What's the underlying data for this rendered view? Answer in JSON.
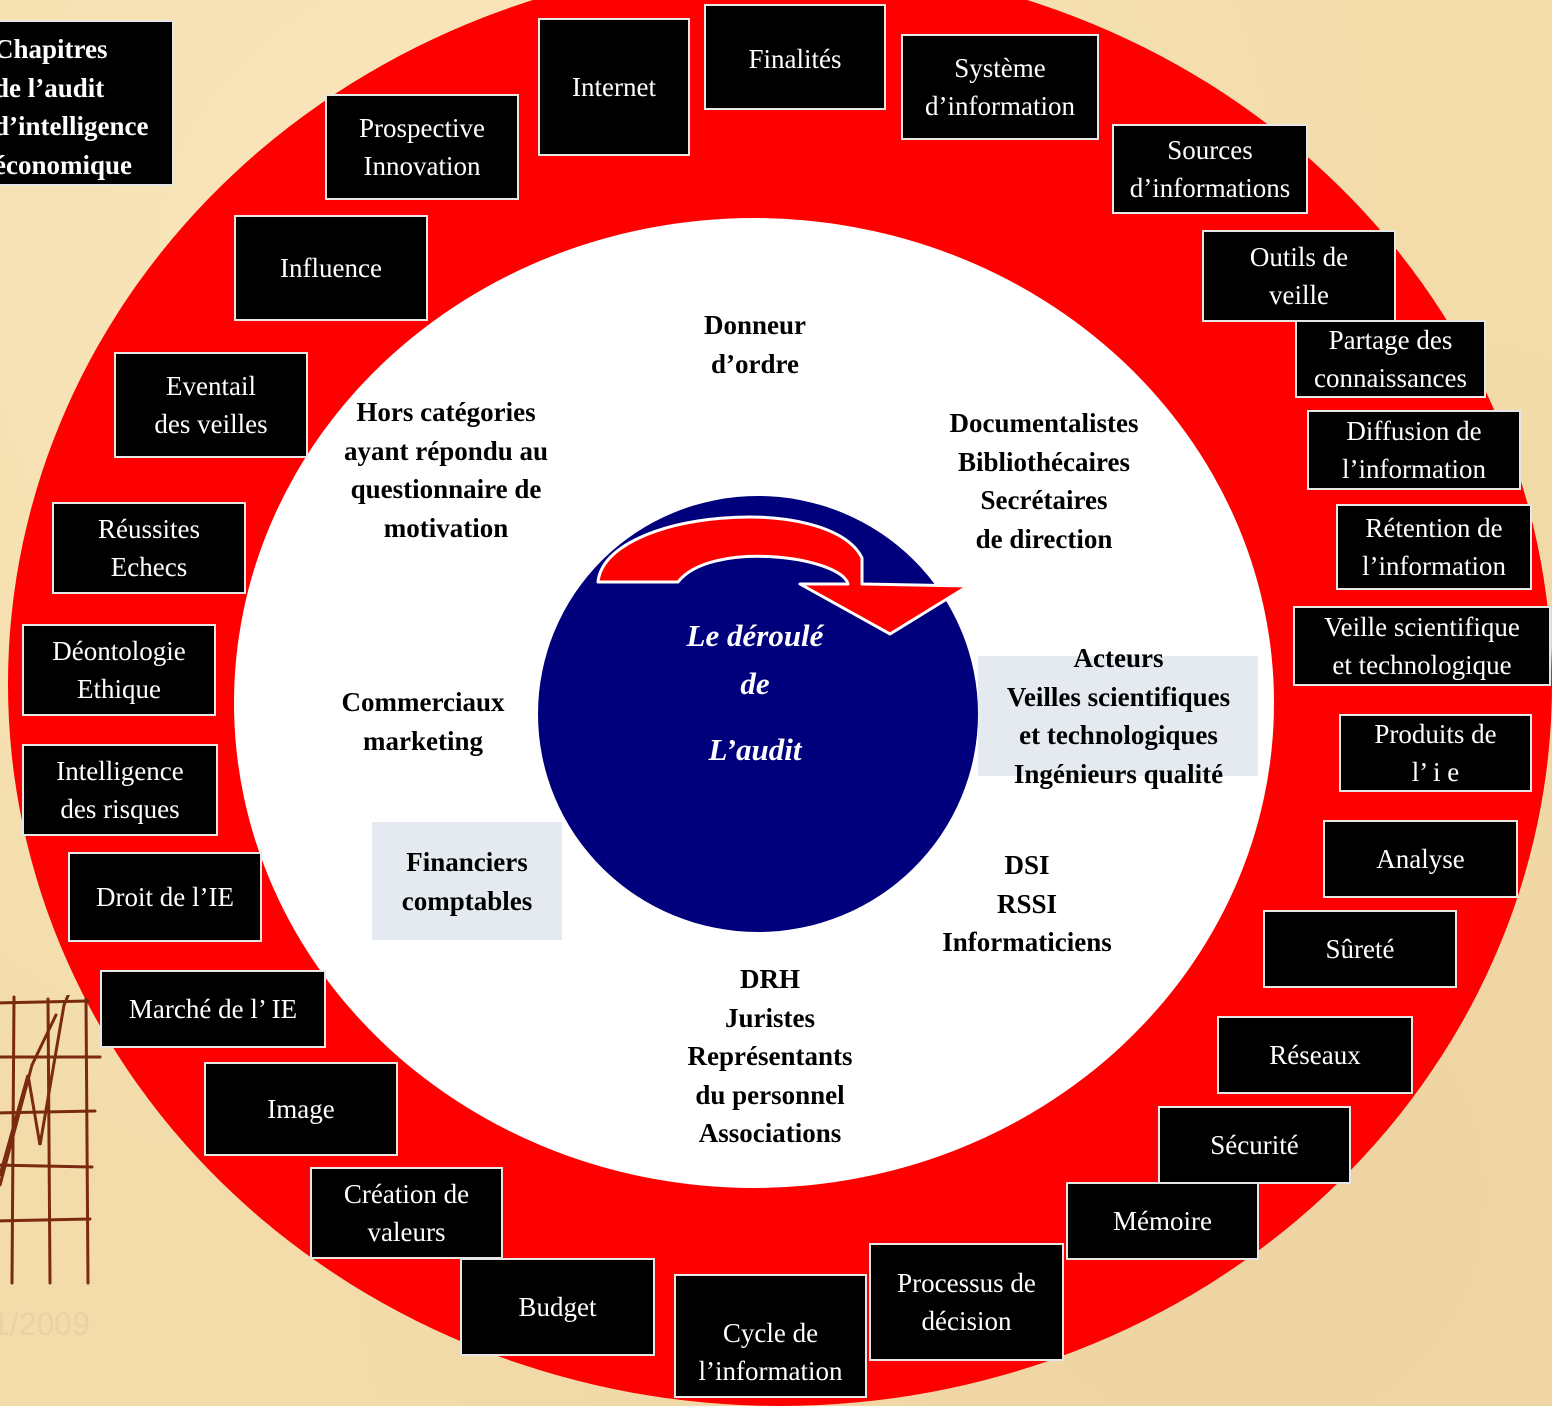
{
  "center": {
    "line1": "Le déroulé",
    "line2": "de",
    "line3": "L’audit"
  },
  "corner_label": "Chapitres\nde l’audit\nd’intelligence\néconomique",
  "date_text": "1/2009",
  "actors": {
    "donneur": "Donneur\nd’ordre",
    "hors": "Hors catégories\nayant répondu au\nquestionnaire de\nmotivation",
    "documentalistes": "Documentalistes\nBibliothécaires\nSecrétaires\nde direction",
    "acteurs": "Acteurs\nVeilles scientifiques\net technologiques\nIngénieurs  qualité",
    "commerciaux": "Commerciaux\nmarketing",
    "financiers": "Financiers\ncomptables",
    "dsi": "DSI\nRSSI\nInformaticiens",
    "drh": "DRH\nJuristes\nReprésentants\ndu personnel\nAssociations"
  },
  "chapters": {
    "internet": "Internet",
    "finalites": "Finalités",
    "systeme": "Système\nd’information",
    "sources": "Sources\nd’informations",
    "outils": "Outils de\nveille",
    "partage": "Partage des\nconnaissances",
    "diffusion": "Diffusion de\nl’information",
    "retention": "Rétention de\nl’information",
    "veille_sci": "Veille scientifique\net technologique",
    "produits": "Produits de\nl’ i e",
    "analyse": "Analyse",
    "surete": "Sûreté",
    "reseaux": "Réseaux",
    "securite": "Sécurité",
    "memoire": "Mémoire",
    "processus": "Processus de\ndécision",
    "cycle": "Cycle de\nl’information",
    "budget": "Budget",
    "creation": "Création de\nvaleurs",
    "image": "Image",
    "marche": "Marché de l’ IE",
    "droit": "Droit de l’IE",
    "intelligence_risques": "Intelligence\ndes risques",
    "deontologie": "Déontologie\nEthique",
    "reussites": "Réussites\nEchecs",
    "eventail": "Eventail\ndes veilles",
    "influence": "Influence",
    "prospective": "Prospective\nInnovation"
  }
}
